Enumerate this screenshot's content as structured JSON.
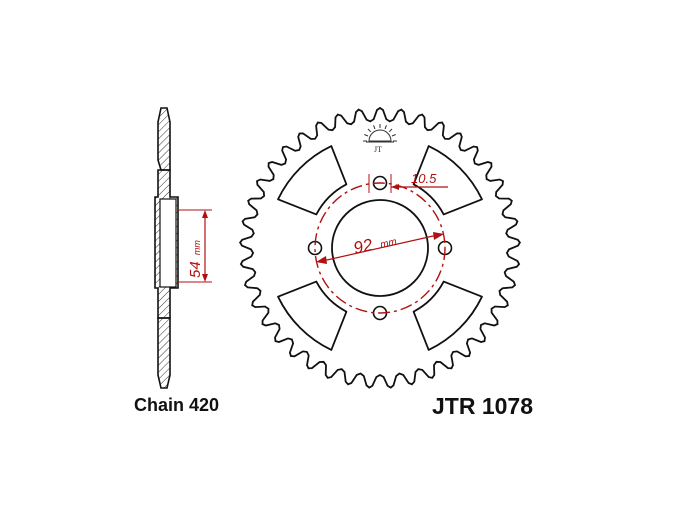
{
  "labels": {
    "chain": "Chain 420",
    "part_number": "JTR 1078",
    "hub_diameter": "54",
    "hub_unit": "mm",
    "bolt_circle": "92",
    "bolt_circle_unit": "mm",
    "bolt_hole": "10.5",
    "logo_text": "JT"
  },
  "sprocket": {
    "teeth": 41,
    "bolt_holes": 4
  },
  "colors": {
    "outline": "#111111",
    "dimension": "#b01010",
    "hatch": "#333333"
  },
  "icons": {
    "logo": "jt-sun-logo-icon"
  }
}
